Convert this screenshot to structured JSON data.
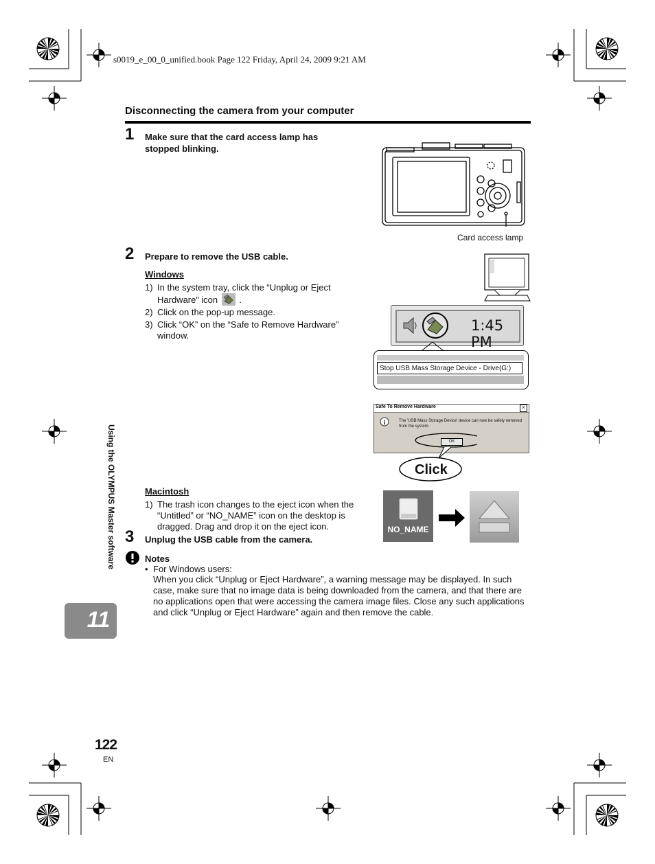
{
  "header": {
    "file_info": "s0019_e_00_0_unified.book  Page 122  Friday, April 24, 2009  9:21 AM"
  },
  "section": {
    "title": "Disconnecting the camera from your computer"
  },
  "step1": {
    "number": "1",
    "text": "Make sure that the card access lamp has stopped blinking.",
    "caption": "Card access lamp"
  },
  "step2": {
    "number": "2",
    "text": "Prepare to remove the USB cable.",
    "windows": {
      "heading": "Windows",
      "items": [
        {
          "n": "1)",
          "text_a": "In the system tray, click the “Unplug or Eject Hardware” icon",
          "text_b": "."
        },
        {
          "n": "2)",
          "text_a": "Click on the pop-up message.",
          "text_b": ""
        },
        {
          "n": "3)",
          "text_a": "Click “OK” on the “Safe to Remove Hardware” window.",
          "text_b": ""
        }
      ]
    },
    "tray": {
      "time": "1:45 PM",
      "popup": "Stop USB Mass Storage Device - Drive(G:)"
    },
    "dialog": {
      "title": "Safe To Remove Hardware",
      "message": "The 'USB Mass Storage Device' device can now be safely removed from the system.",
      "ok_label": "OK",
      "close_label": "×",
      "click_label": "Click"
    },
    "mac": {
      "heading": "Macintosh",
      "items": [
        {
          "n": "1)",
          "text": "The trash icon changes to the eject icon when the “Untitled” or “NO_NAME” icon on the desktop is dragged. Drag and drop it on the eject icon."
        }
      ],
      "drive_label": "NO_NAME"
    }
  },
  "step3": {
    "number": "3",
    "text": "Unplug the USB cable from the camera."
  },
  "notes": {
    "heading": "Notes",
    "bullet": "•",
    "lead": "For Windows users:",
    "body": "When you click “Unplug or Eject Hardware”, a warning message may be displayed. In such case, make sure that no image data is being downloaded from the camera, and that there are no applications open that were accessing the camera image files. Close any such applications and click “Unplug or Eject Hardware” again and then remove the cable."
  },
  "sidebar": {
    "chapter_title": "Using the OLYMPUS Master software",
    "chapter_number": "11"
  },
  "footer": {
    "page_number": "122",
    "language": "EN"
  },
  "colors": {
    "tab_gray": "#8a8a8a",
    "dialog_bg": "#d4d0c8",
    "titlebar": "#0a246a"
  }
}
